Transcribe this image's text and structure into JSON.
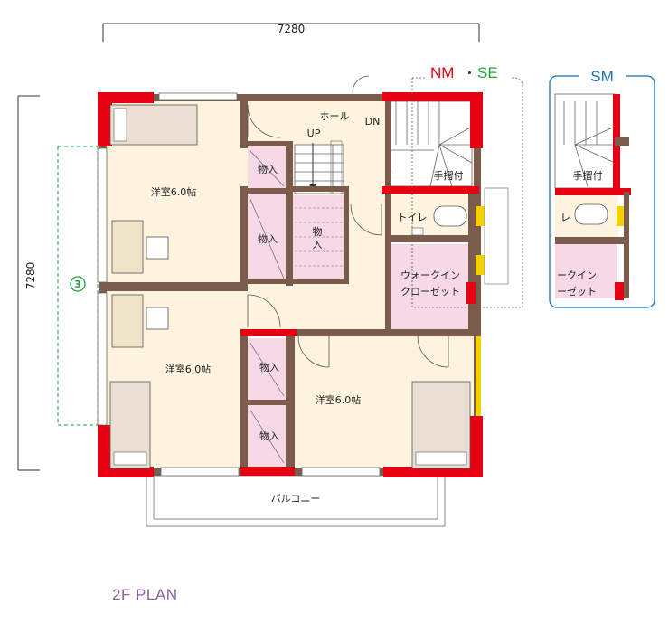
{
  "plan": {
    "dim_top": "7280",
    "dim_left": "7280",
    "rooms": {
      "west_top": "洋室6.0帖",
      "west_bottom": "洋室6.0帖",
      "east": "洋室6.0帖"
    },
    "storage": "物入",
    "storage_vertical": [
      "物",
      "入"
    ],
    "hall": "ホール",
    "up": "UP",
    "dn": "DN",
    "handrail": "手摺付",
    "toilet": "トイレ",
    "walk_in_closet": [
      "ウォークイン",
      "クローゼット"
    ],
    "balcony": "バルコニー",
    "circle_marker": "3",
    "variant_ne": {
      "nm": "NM",
      "dot": "・",
      "se": "SE"
    },
    "inset": {
      "title": "SM",
      "handrail": "手摺付",
      "toilet_fragment": "レ",
      "closet_fragment": [
        "ークイン",
        "ーゼット"
      ]
    }
  },
  "caption": "2F PLAN",
  "colors": {
    "wall": "#7b5b4c",
    "red_wall": "#e60012",
    "room_fill": "#fdf3df",
    "storage_fill": "#f7d9e6",
    "dim_line": "#333333",
    "green": "#1ea23b",
    "blue": "#1a6fb5",
    "caption": "#8b5fa6",
    "yellow": "#f5d000"
  }
}
